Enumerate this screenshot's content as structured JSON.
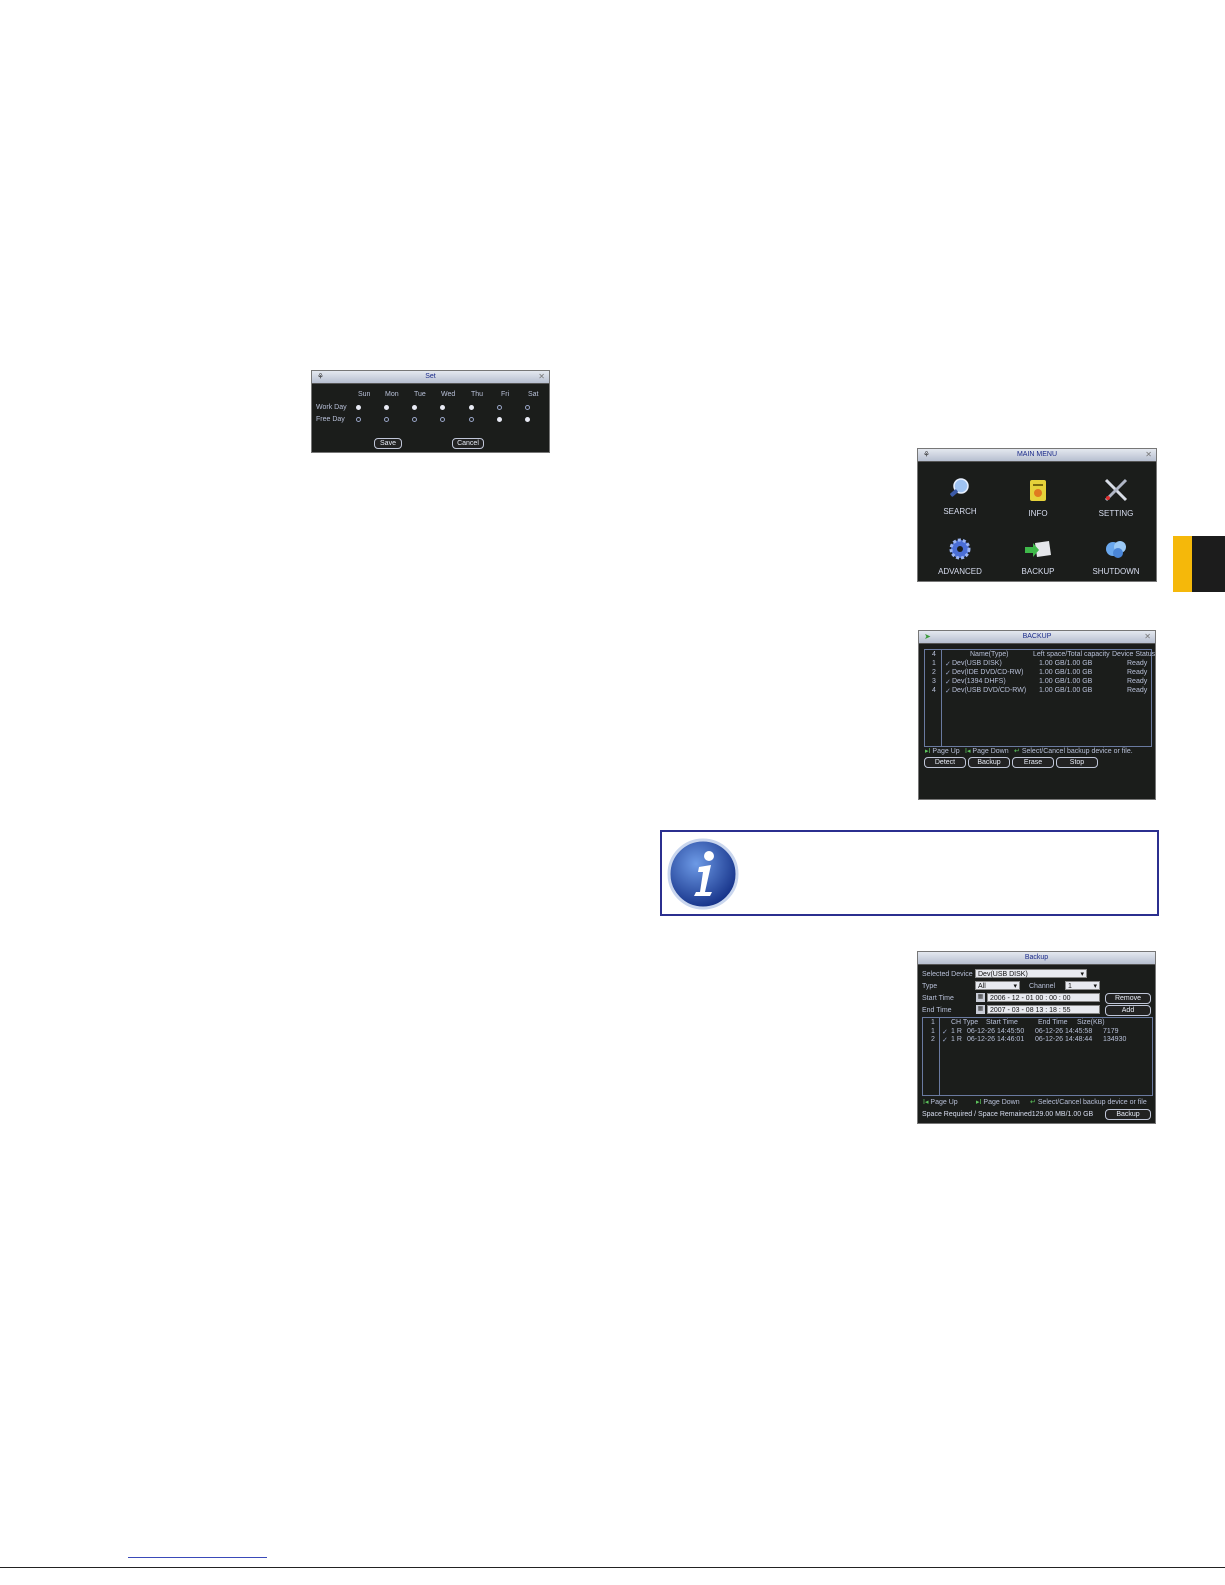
{
  "set_dialog": {
    "title": "Set",
    "days": [
      "Sun",
      "Mon",
      "Tue",
      "Wed",
      "Thu",
      "Fri",
      "Sat"
    ],
    "rows": [
      {
        "label": "Work Day",
        "selected": [
          true,
          true,
          true,
          true,
          true,
          false,
          false
        ]
      },
      {
        "label": "Free Day",
        "selected": [
          false,
          false,
          false,
          false,
          false,
          true,
          true
        ]
      }
    ],
    "save_label": "Save",
    "cancel_label": "Cancel"
  },
  "main_menu": {
    "title": "MAIN MENU",
    "items": [
      {
        "label": "SEARCH",
        "icon": "search-icon"
      },
      {
        "label": "INFO",
        "icon": "info-icon"
      },
      {
        "label": "SETTING",
        "icon": "setting-icon"
      },
      {
        "label": "ADVANCED",
        "icon": "gear-icon"
      },
      {
        "label": "BACKUP",
        "icon": "backup-icon"
      },
      {
        "label": "SHUTDOWN",
        "icon": "shutdown-icon"
      }
    ]
  },
  "backup_devices": {
    "title": "BACKUP",
    "count": "4",
    "columns": {
      "name": "Name(Type)",
      "space": "Left space/Total capacity",
      "status": "Device Status"
    },
    "rows": [
      {
        "num": "1",
        "name": "Dev(USB DISK)",
        "space": "1.00 GB/1.00 GB",
        "status": "Ready"
      },
      {
        "num": "2",
        "name": "Dev(IDE DVD/CD-RW)",
        "space": "1.00 GB/1.00 GB",
        "status": "Ready"
      },
      {
        "num": "3",
        "name": "Dev(1394 DHFS)",
        "space": "1.00 GB/1.00 GB",
        "status": "Ready"
      },
      {
        "num": "4",
        "name": "Dev(USB DVD/CD-RW)",
        "space": "1.00 GB/1.00 GB",
        "status": "Ready"
      }
    ],
    "hint": {
      "page_up": "Page Up",
      "page_down": "Page Down",
      "select": "Select/Cancel backup device or file."
    },
    "buttons": {
      "detect": "Detect",
      "backup": "Backup",
      "erase": "Erase",
      "stop": "Stop"
    }
  },
  "info_note": {
    "icon": "info-icon",
    "colors": {
      "border": "#2b2f8f",
      "icon": "#2a55b8"
    }
  },
  "backup_files": {
    "title": "Backup",
    "selected_device_label": "Selected Device",
    "selected_device_value": "Dev(USB DISK)",
    "type_label": "Type",
    "type_value": "All",
    "channel_label": "Channel",
    "channel_value": "1",
    "start_label": "Start Time",
    "start_value": "2006 - 12 - 01   00 : 00 : 00",
    "end_label": "End Time",
    "end_value": "2007 - 03 - 08   13 : 18 : 55",
    "remove_label": "Remove",
    "add_label": "Add",
    "columns": {
      "num": "1",
      "ch": "CH Type",
      "start": "Start Time",
      "end": "End Time",
      "size": "Size(KB)"
    },
    "rows": [
      {
        "num": "1",
        "ch": "1 R",
        "start": "06-12-26 14:45:50",
        "end": "06-12-26 14:45:58",
        "size": "7179"
      },
      {
        "num": "2",
        "ch": "1 R",
        "start": "06-12-26 14:46:01",
        "end": "06-12-26 14:48:44",
        "size": "134930"
      }
    ],
    "hint": {
      "page_up": "Page Up",
      "page_down": "Page Down",
      "select": "Select/Cancel backup device or file"
    },
    "space_label": "Space Required / Space Remained",
    "space_value": "129.00 MB/1.00 GB",
    "backup_label": "Backup"
  }
}
